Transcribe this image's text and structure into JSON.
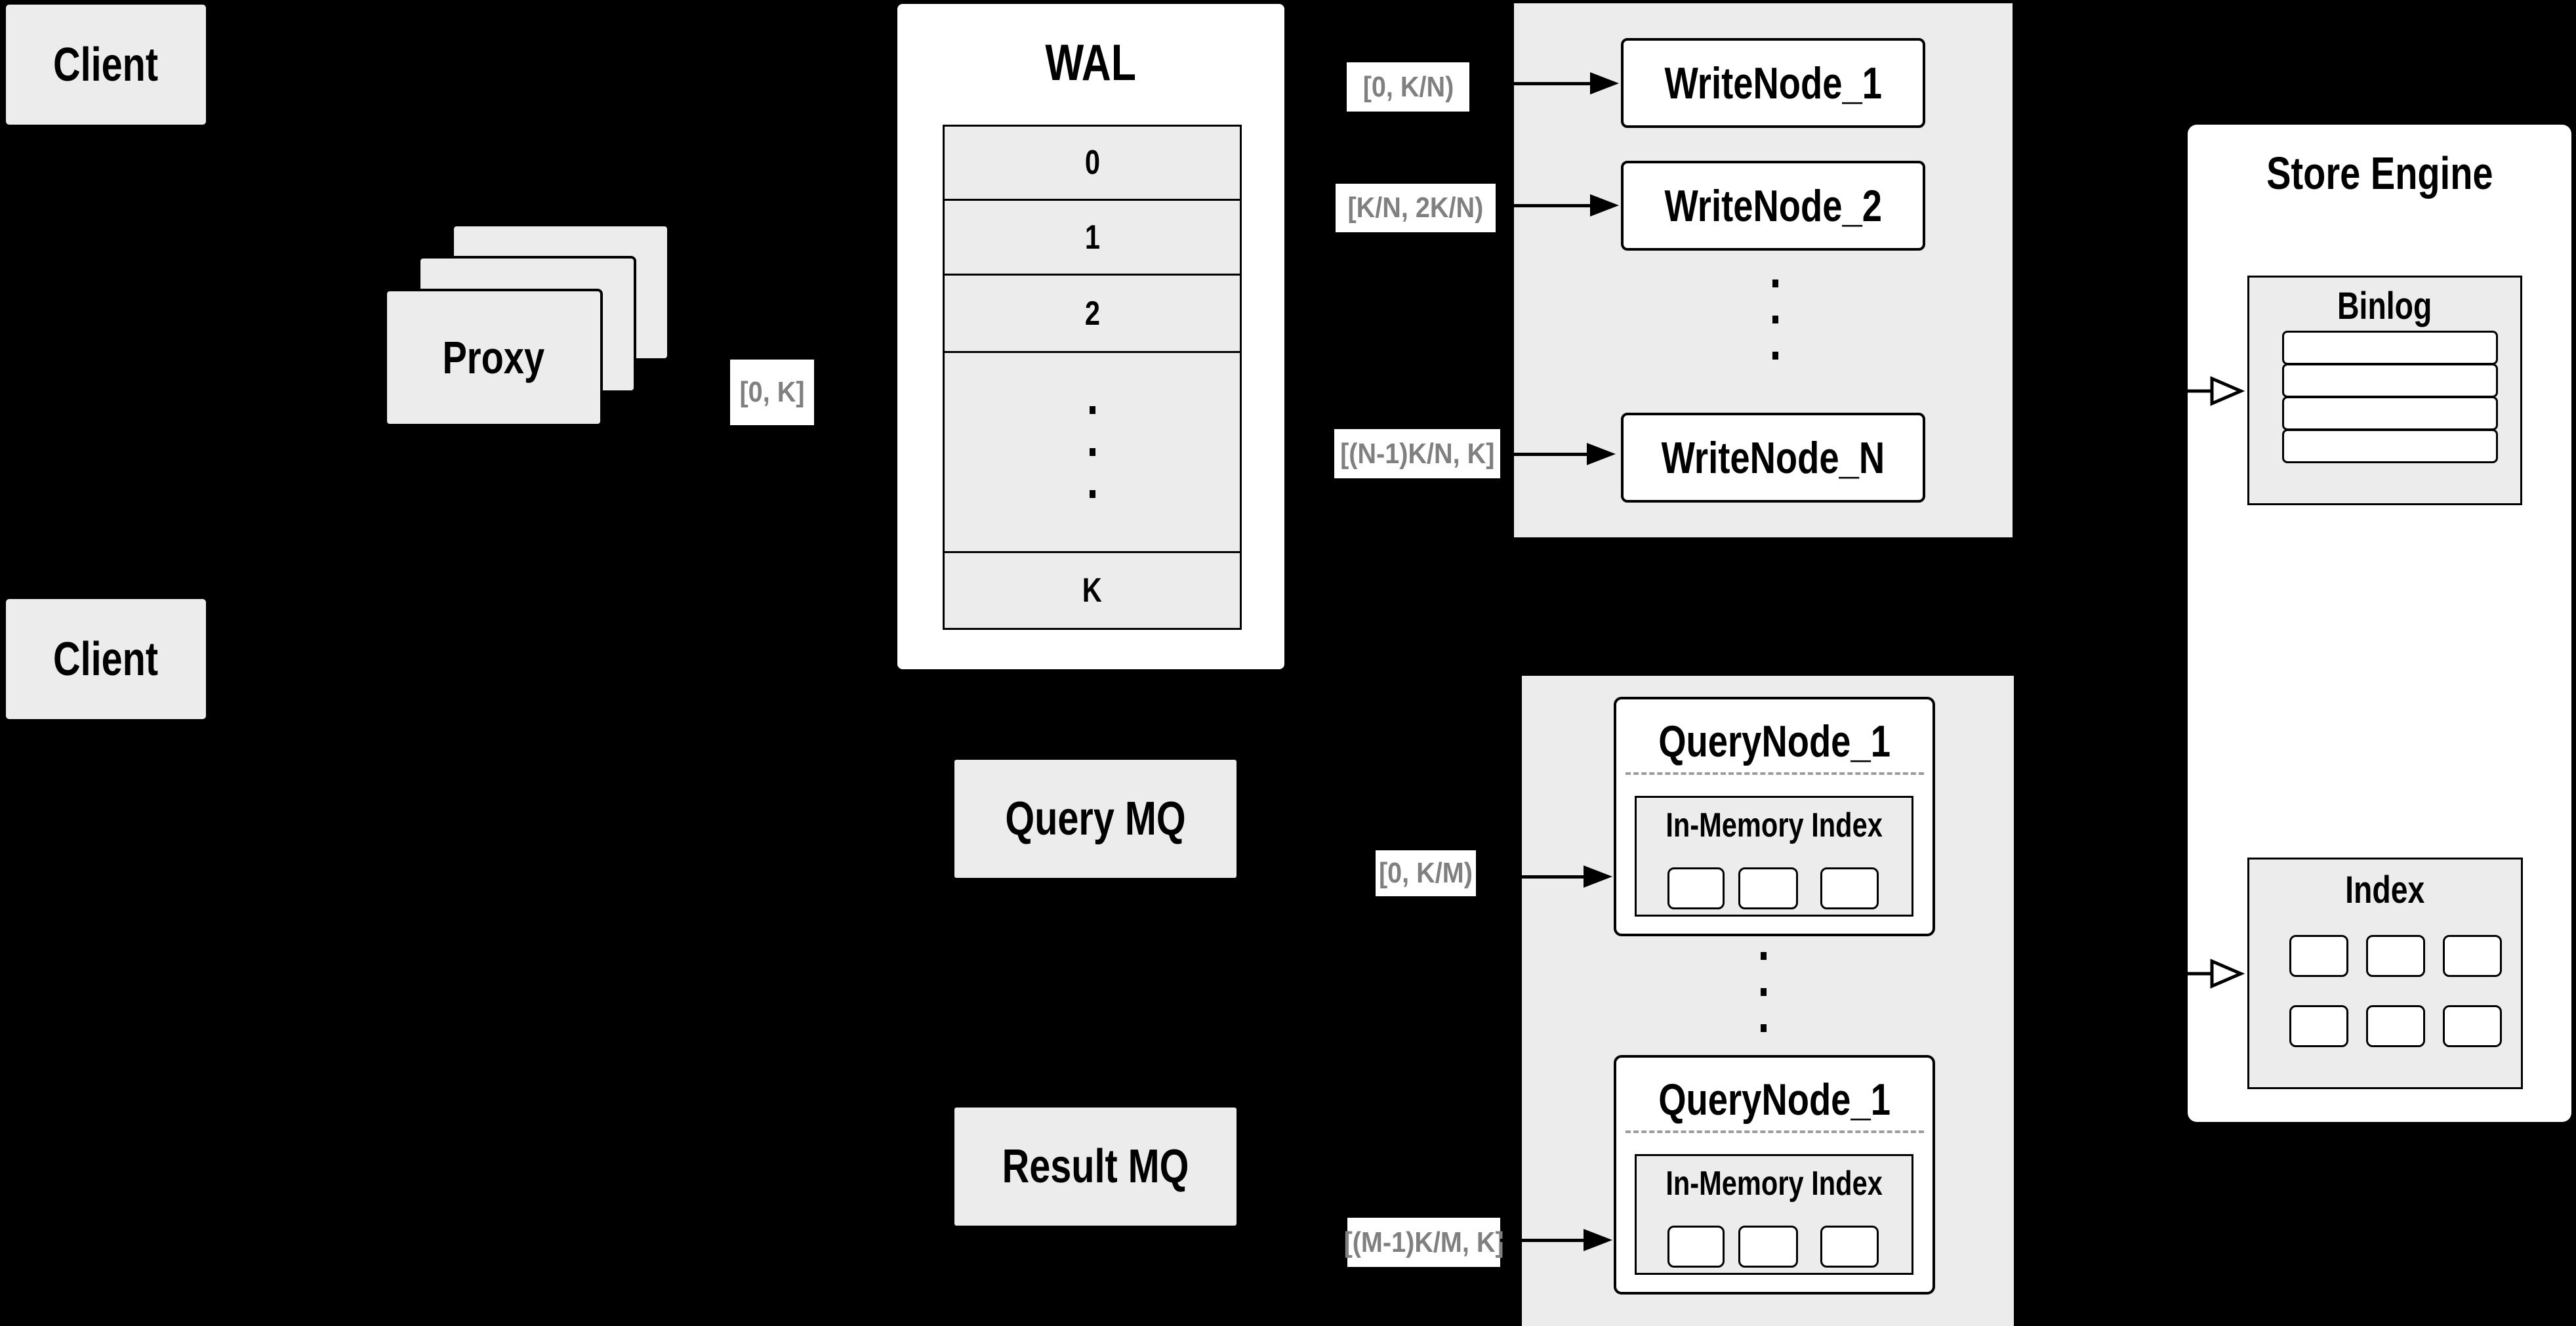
{
  "colors": {
    "background": "#000000",
    "box_gray": "#ececec",
    "box_white": "#ffffff",
    "label_text": "#808080",
    "line": "#000000"
  },
  "clients": {
    "top_label": "Client",
    "bottom_label": "Client"
  },
  "proxy": {
    "label": "Proxy"
  },
  "proxy_wal_label": "[0, K]",
  "wal": {
    "title": "WAL",
    "row0": "0",
    "row1": "1",
    "row2": "2",
    "rowk": "K"
  },
  "write_panel": {
    "label1": "[0,  K/N)",
    "label2": "[K/N, 2K/N)",
    "labelN": "[(N-1)K/N,  K]",
    "node1": "WriteNode_1",
    "node2": "WriteNode_2",
    "nodeN": "WriteNode_N"
  },
  "mq": {
    "query": "Query MQ",
    "result": "Result MQ"
  },
  "query_panel": {
    "label_top": "[0, K/M)",
    "label_bottom": "[(M-1)K/M, K]",
    "node_top": {
      "title": "QueryNode_1",
      "index": "In-Memory Index"
    },
    "node_bottom": {
      "title": "QueryNode_1",
      "index": "In-Memory Index"
    }
  },
  "store_engine": {
    "title": "Store Engine",
    "binlog": "Binlog",
    "index": "Index"
  }
}
